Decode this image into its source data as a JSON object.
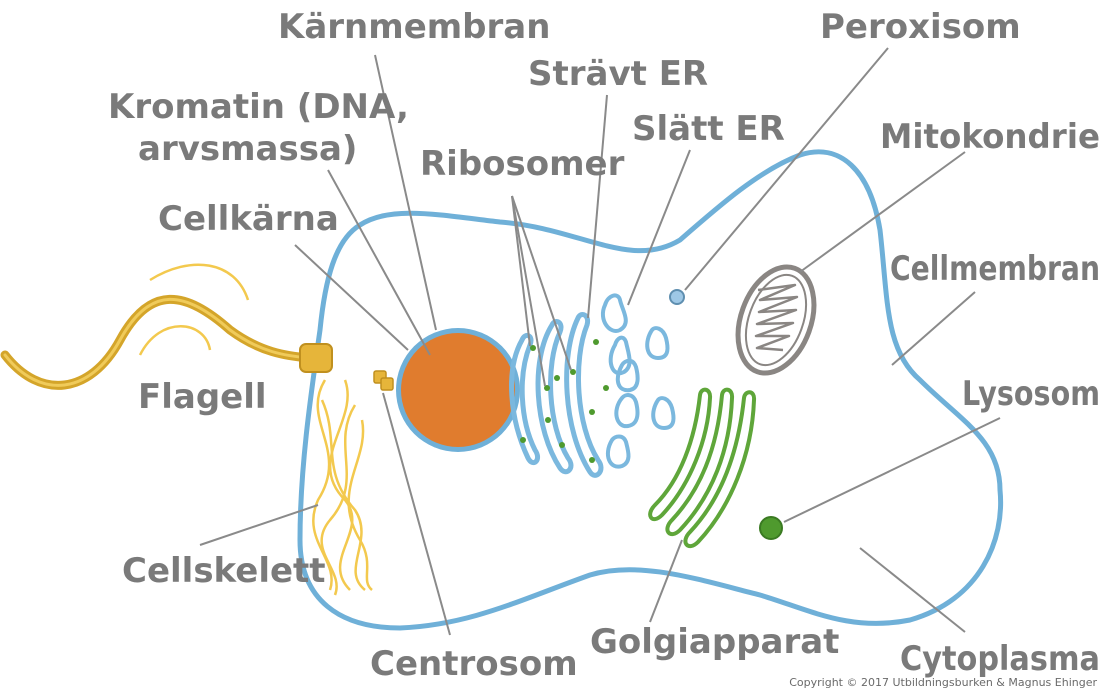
{
  "labels": {
    "karnmembran": "Kärnmembran",
    "peroxisom": "Peroxisom",
    "stravt_er": "Strävt ER",
    "kromatin_line1": "Kromatin (DNA,",
    "kromatin_line2": "arvsmassa)",
    "slatt_er": "Slätt ER",
    "mitokondrie": "Mitokondrie",
    "ribosomer": "Ribosomer",
    "cellkarna": "Cellkärna",
    "cellmembran": "Cellmembran",
    "flagell": "Flagell",
    "lysosom": "Lysosom",
    "cellskelett": "Cellskelett",
    "golgiapparat": "Golgiapparat",
    "centrosom": "Centrosom",
    "cytoplasma": "Cytoplasma"
  },
  "copyright": "Copyright © 2017 Utbildningsburken & Magnus Ehinger",
  "colors": {
    "membrane": "#6fb0d8",
    "nucleus": "#e07c2e",
    "er": "#7bb8de",
    "golgi": "#5fa63a",
    "lysosome": "#4f9a2e",
    "flagellum": "#d4a52a",
    "cytoskeleton": "#f3c94e",
    "mitochondrion": "#8a8683",
    "label": "#7a7a7a"
  }
}
